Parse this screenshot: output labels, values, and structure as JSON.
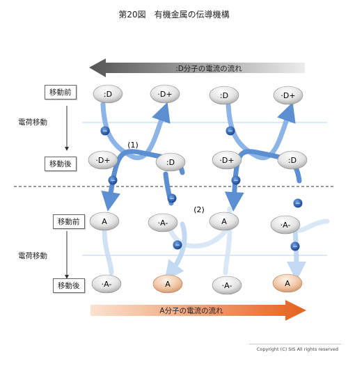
{
  "title": "第20図　有機金属の伝導機構",
  "top_arrow_label": ":D分子の電流の流れ",
  "bottom_arrow_label": "A分子の電流の流れ",
  "labels": {
    "before_move": "移動前",
    "charge_move": "電荷移動",
    "after_move": "移動後"
  },
  "process_labels": [
    "(1)",
    "(2)"
  ],
  "d_row_before": [
    ":D",
    "·D+",
    ":D",
    "·D+"
  ],
  "d_row_after": [
    "·D+",
    ":D",
    "·D+",
    ":D"
  ],
  "a_row_before": [
    "A",
    "·A-",
    "A",
    "·A-"
  ],
  "a_row_after": [
    "·A-",
    "A",
    "·A-",
    "A"
  ],
  "electron_symbol": "−",
  "copyright": "Copyright (C) SIS All rights reserved",
  "colors": {
    "blue_arrow": "#5b8fd1",
    "orange_arrow": "#e8702a",
    "grey_arrow": "#6f6f6f",
    "electron": "#1a4fa0",
    "molecule_orange": "#e8b48e"
  }
}
